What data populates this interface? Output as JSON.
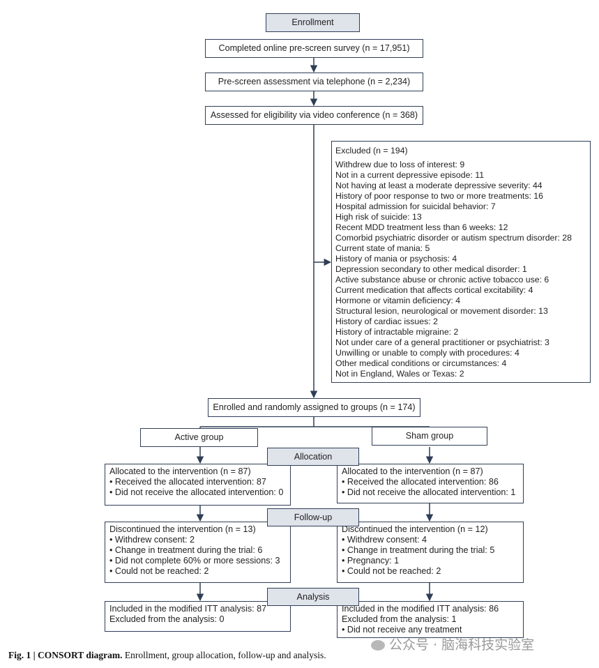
{
  "stages": {
    "enrollment": "Enrollment",
    "allocation": "Allocation",
    "followup": "Follow-up",
    "analysis": "Analysis"
  },
  "flow": {
    "prescreen_survey": "Completed online pre-screen survey (n = 17,951)",
    "telephone": "Pre-screen assessment via telephone (n = 2,234)",
    "video": "Assessed for eligibility via video conference (n = 368)",
    "randomized": "Enrolled and randomly assigned to groups (n = 174)"
  },
  "excluded": {
    "title": "Excluded (n = 194)",
    "reasons": [
      "Withdrew due to loss of interest: 9",
      "Not in a current depressive episode: 11",
      "Not having at least a moderate depressive severity: 44",
      "History of poor response to two or more treatments: 16",
      "Hospital admission for suicidal behavior: 7",
      "High risk of suicide: 13",
      "Recent MDD treatment less than 6 weeks: 12",
      "Comorbid psychiatric disorder or autism spectrum disorder: 28",
      "Current state of mania: 5",
      "History of mania or psychosis: 4",
      "Depression secondary to other medical disorder: 1",
      "Active substance abuse or chronic active tobacco use: 6",
      "Current medication that affects cortical excitability: 4",
      "Hormone or vitamin deficiency: 4",
      "Structural lesion, neurological or movement disorder: 13",
      "History of cardiac issues: 2",
      "History of intractable migraine: 2",
      "Not under care of a general practitioner or psychiatrist: 3",
      "Unwilling or unable to comply with procedures: 4",
      "Other medical conditions or circumstances: 4",
      "Not in England, Wales or Texas: 2"
    ]
  },
  "groups": {
    "active": "Active group",
    "sham": "Sham group"
  },
  "active": {
    "allocation": [
      "Allocated to the intervention (n = 87)",
      "• Received the allocated intervention: 87",
      "• Did not receive the allocated intervention: 0"
    ],
    "followup": [
      "Discontinued the intervention (n = 13)",
      "• Withdrew consent: 2",
      "• Change in treatment during the trial: 6",
      "• Did not complete 60% or more sessions: 3",
      "• Could not be reached: 2"
    ],
    "analysis": [
      "Included in the modified ITT analysis: 87",
      "Excluded from the analysis: 0"
    ]
  },
  "sham": {
    "allocation": [
      "Allocated to the intervention (n = 87)",
      "• Received the allocated intervention: 86",
      "• Did not receive the allocated intervention: 1"
    ],
    "followup": [
      "Discontinued the intervention (n = 12)",
      "• Withdrew consent: 4",
      "• Change in treatment during the trial: 5",
      "• Pregnancy: 1",
      "• Could not be reached: 2"
    ],
    "analysis": [
      "Included in the modified ITT analysis: 86",
      "Excluded from the analysis: 1",
      "• Did not receive any treatment"
    ]
  },
  "caption": {
    "label": "Fig. 1 | CONSORT diagram.",
    "text": " Enrollment, group allocation, follow-up and analysis."
  },
  "watermark": "公众号 · 脑海科技实验室",
  "colors": {
    "border": "#2f3e56",
    "section_fill": "#dfe3ea"
  }
}
